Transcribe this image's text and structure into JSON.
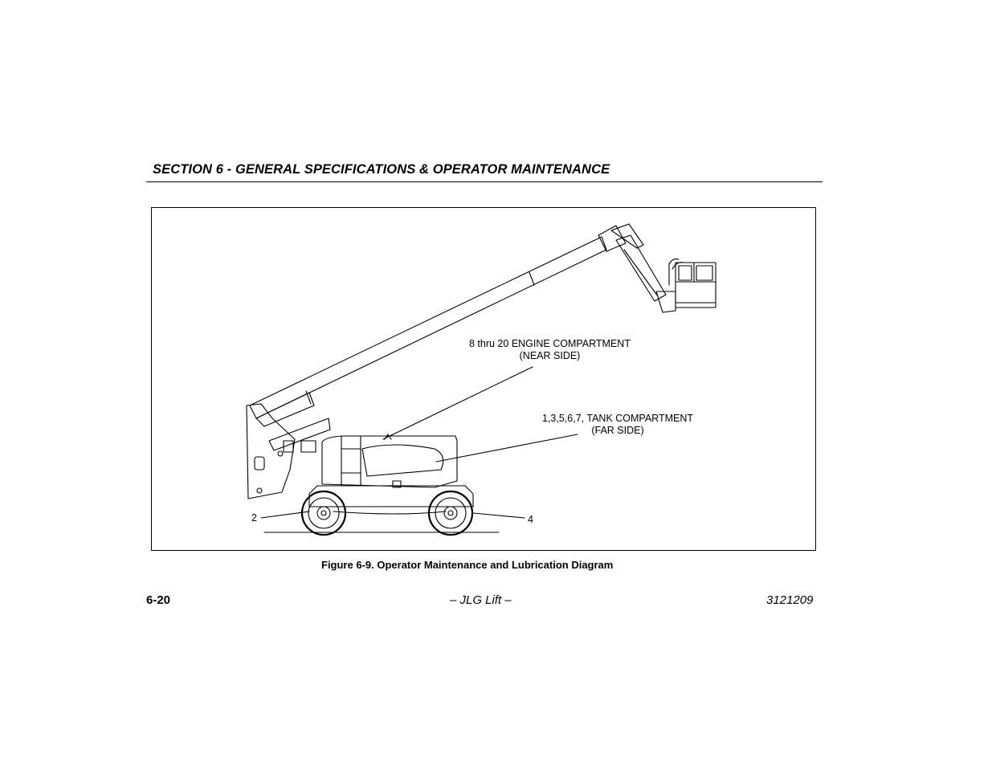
{
  "header": {
    "section_title": "SECTION 6 - GENERAL SPECIFICATIONS & OPERATOR MAINTENANCE"
  },
  "figure": {
    "callouts": {
      "engine_line1": "8 thru 20 ENGINE COMPARTMENT",
      "engine_line2": "(NEAR SIDE)",
      "tank_line1": "1,3,5,6,7, TANK COMPARTMENT",
      "tank_line2": "(FAR SIDE)",
      "left_wheel": "2",
      "right_wheel": "4"
    },
    "caption": "Figure 6-9. Operator Maintenance and Lubrication Diagram"
  },
  "footer": {
    "page_number": "6-20",
    "center": "– JLG Lift –",
    "doc_number": "3121209"
  }
}
